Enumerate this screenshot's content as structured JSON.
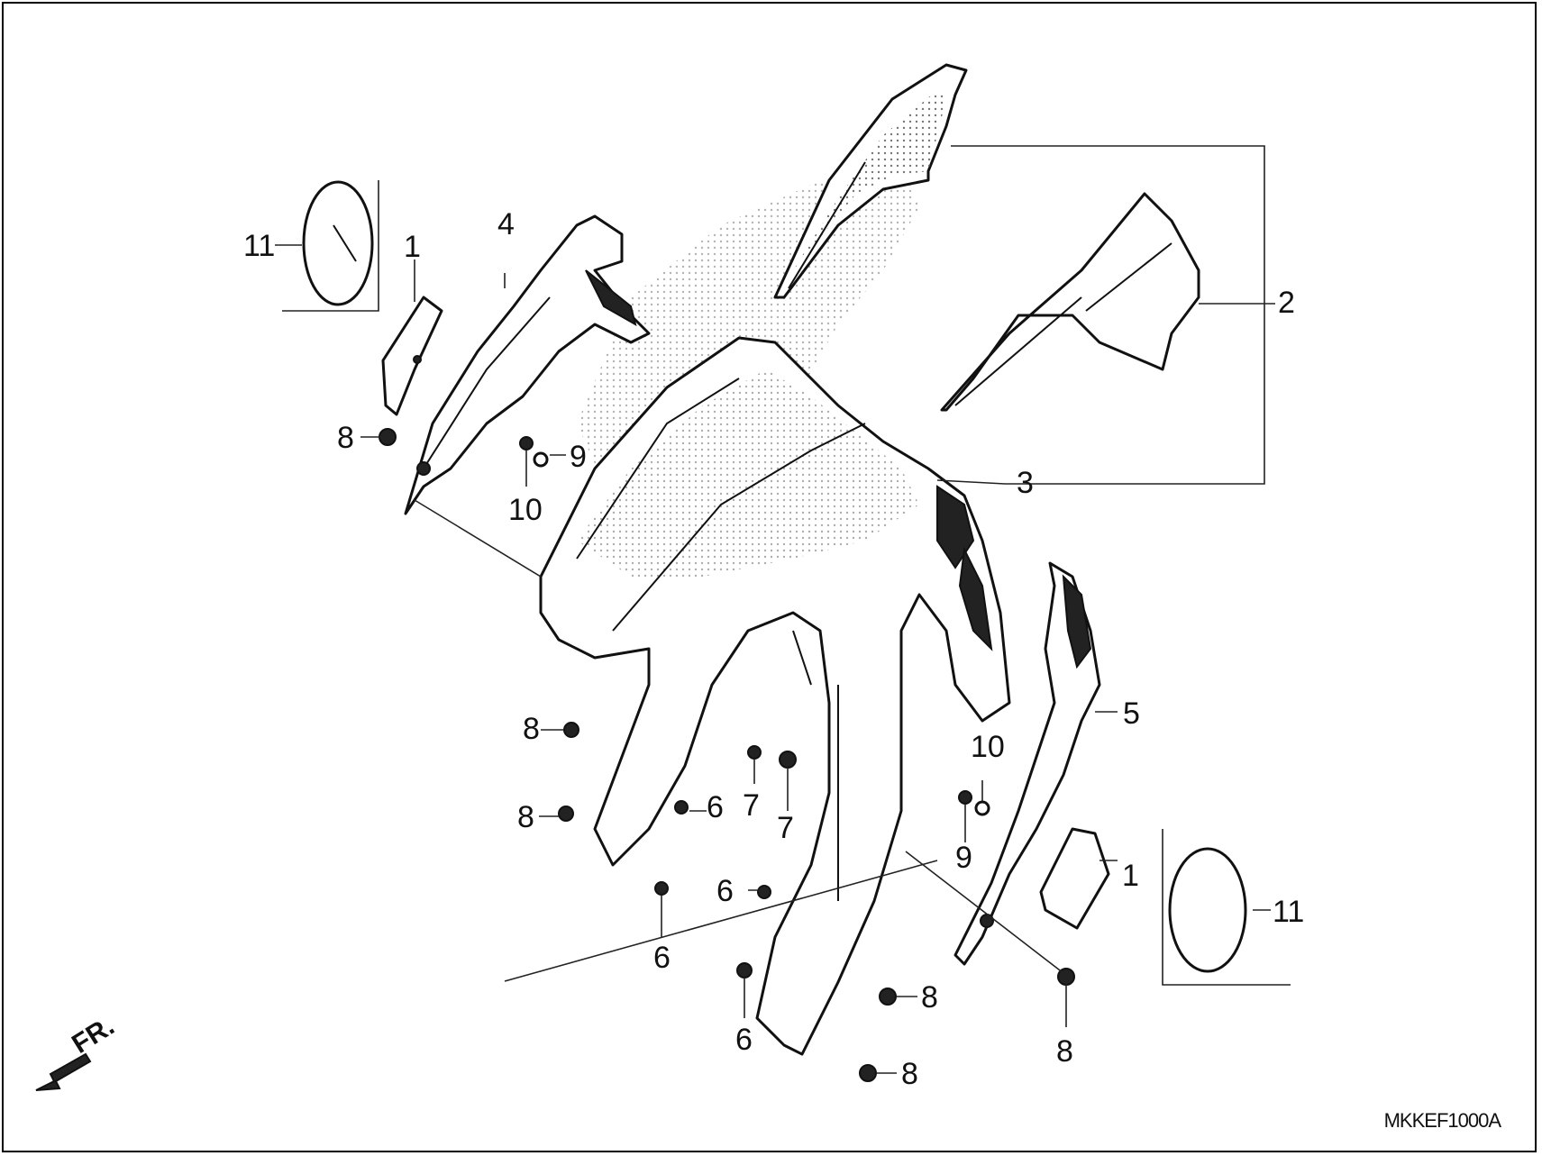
{
  "diagram": {
    "code": "MKKEF1000A",
    "direction_label": "FR.",
    "callouts": [
      {
        "id": "c1a",
        "label": "1"
      },
      {
        "id": "c1b",
        "label": "1"
      },
      {
        "id": "c2",
        "label": "2"
      },
      {
        "id": "c3",
        "label": "3"
      },
      {
        "id": "c4",
        "label": "4"
      },
      {
        "id": "c5",
        "label": "5"
      },
      {
        "id": "c6a",
        "label": "6"
      },
      {
        "id": "c6b",
        "label": "6"
      },
      {
        "id": "c6c",
        "label": "6"
      },
      {
        "id": "c6d",
        "label": "6"
      },
      {
        "id": "c7a",
        "label": "7"
      },
      {
        "id": "c7b",
        "label": "7"
      },
      {
        "id": "c8a",
        "label": "8"
      },
      {
        "id": "c8b",
        "label": "8"
      },
      {
        "id": "c8c",
        "label": "8"
      },
      {
        "id": "c8d",
        "label": "8"
      },
      {
        "id": "c8e",
        "label": "8"
      },
      {
        "id": "c8f",
        "label": "8"
      },
      {
        "id": "c9a",
        "label": "9"
      },
      {
        "id": "c9b",
        "label": "9"
      },
      {
        "id": "c10a",
        "label": "10"
      },
      {
        "id": "c10b",
        "label": "10"
      },
      {
        "id": "c11a",
        "label": "11"
      },
      {
        "id": "c11b",
        "label": "11"
      }
    ]
  }
}
